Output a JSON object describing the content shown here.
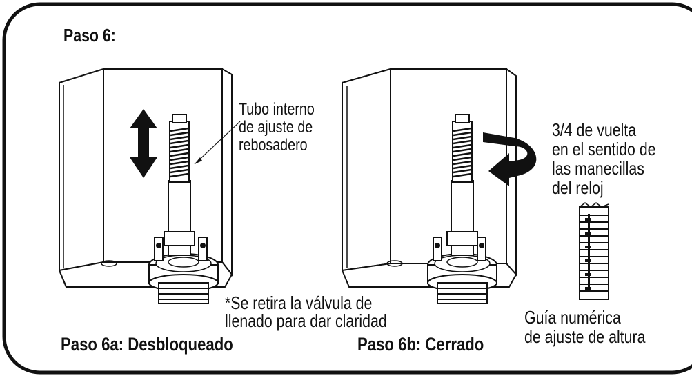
{
  "step_title": "Paso 6:",
  "callout_tube": [
    "Tubo interno",
    "de ajuste de",
    "rebosadero"
  ],
  "callout_turn": [
    "3/4 de vuelta",
    "en el sentido de",
    "las manecillas",
    "del reloj"
  ],
  "note": [
    "*Se retira la válvula de",
    "llenado para dar claridad"
  ],
  "caption_6a": "Paso 6a: Desbloqueado",
  "caption_6b": "Paso 6b: Cerrado",
  "caption_guide": [
    "Guía numérica",
    "de ajuste de altura"
  ]
}
